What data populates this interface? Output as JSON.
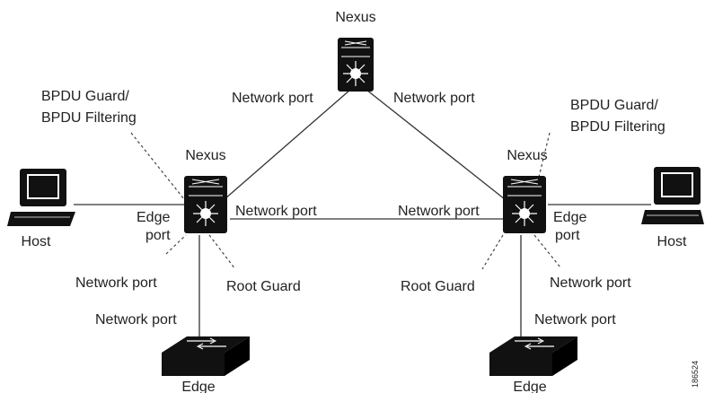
{
  "nodes": {
    "nexus_top": "Nexus",
    "nexus_left": "Nexus",
    "nexus_right": "Nexus",
    "host_left": "Host",
    "host_right": "Host",
    "edge_left": "Edge",
    "edge_right": "Edge"
  },
  "labels": {
    "top_left_network_port": "Network port",
    "top_right_network_port": "Network port",
    "mid_left_network_port": "Network port",
    "mid_right_network_port": "Network port",
    "bpdu_left_line1": "BPDU Guard/",
    "bpdu_left_line2": "BPDU Filtering",
    "bpdu_right_line1": "BPDU Guard/",
    "bpdu_right_line2": "BPDU Filtering",
    "edge_port_left_line1": "Edge",
    "edge_port_left_line2": "port",
    "edge_port_right_line1": "Edge",
    "edge_port_right_line2": "port",
    "network_port_lower_left_a": "Network port",
    "network_port_lower_left_b": "Network port",
    "root_guard_left": "Root Guard",
    "root_guard_right": "Root Guard",
    "network_port_lower_right_a": "Network port",
    "network_port_lower_right_b": "Network port",
    "figure_id": "186524"
  },
  "colors": {
    "device_fill": "#111111",
    "line": "#333333",
    "background": "#ffffff"
  }
}
